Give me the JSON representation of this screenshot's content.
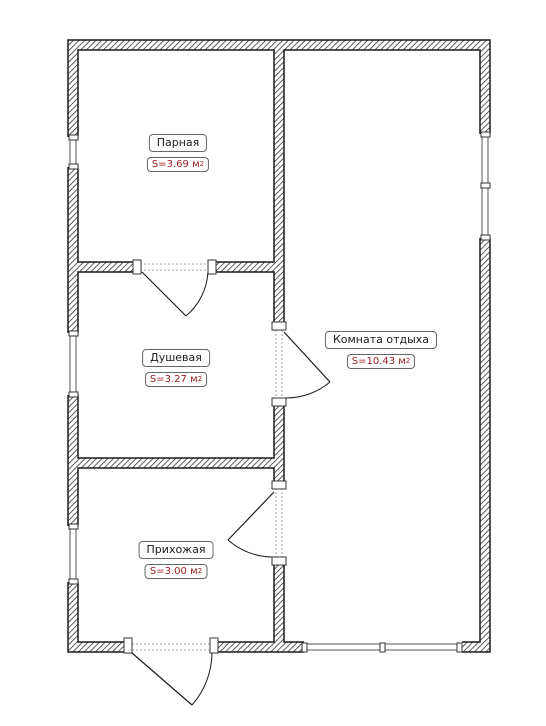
{
  "rooms": [
    {
      "name": "Парная",
      "area": "S=3.69 м",
      "unit_sup": "2"
    },
    {
      "name": "Душевая",
      "area": "S=3.27 м",
      "unit_sup": "2"
    },
    {
      "name": "Прихожая",
      "area": "S=3.00 м",
      "unit_sup": "2"
    },
    {
      "name": "Комната отдыха",
      "area": "S=10.43 м",
      "unit_sup": "2"
    }
  ],
  "colors": {
    "wall_line": "#1a1a1a",
    "hatch": "#333333",
    "area_text": "#9b1c1c"
  }
}
